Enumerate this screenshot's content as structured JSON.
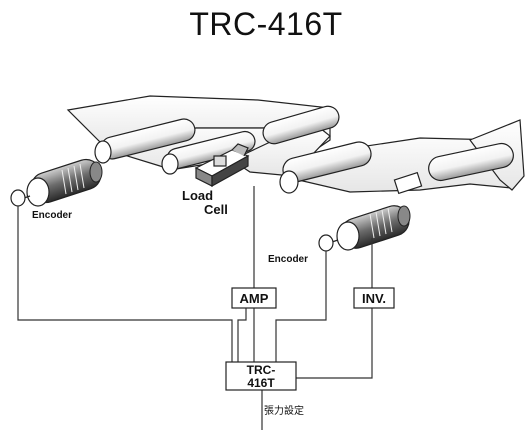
{
  "title": "TRC-416T",
  "labels": {
    "load_cell_line1": "Load",
    "load_cell_line2": "Cell",
    "encoder_left": "Encoder",
    "encoder_right": "Encoder",
    "amp": "AMP",
    "inv": "INV.",
    "controller_line1": "TRC-",
    "controller_line2": "416T",
    "tension_setting": "張力設定"
  },
  "colors": {
    "line": "#222222",
    "roller_fill": "#ffffff",
    "web_fill": "#ffffff"
  }
}
